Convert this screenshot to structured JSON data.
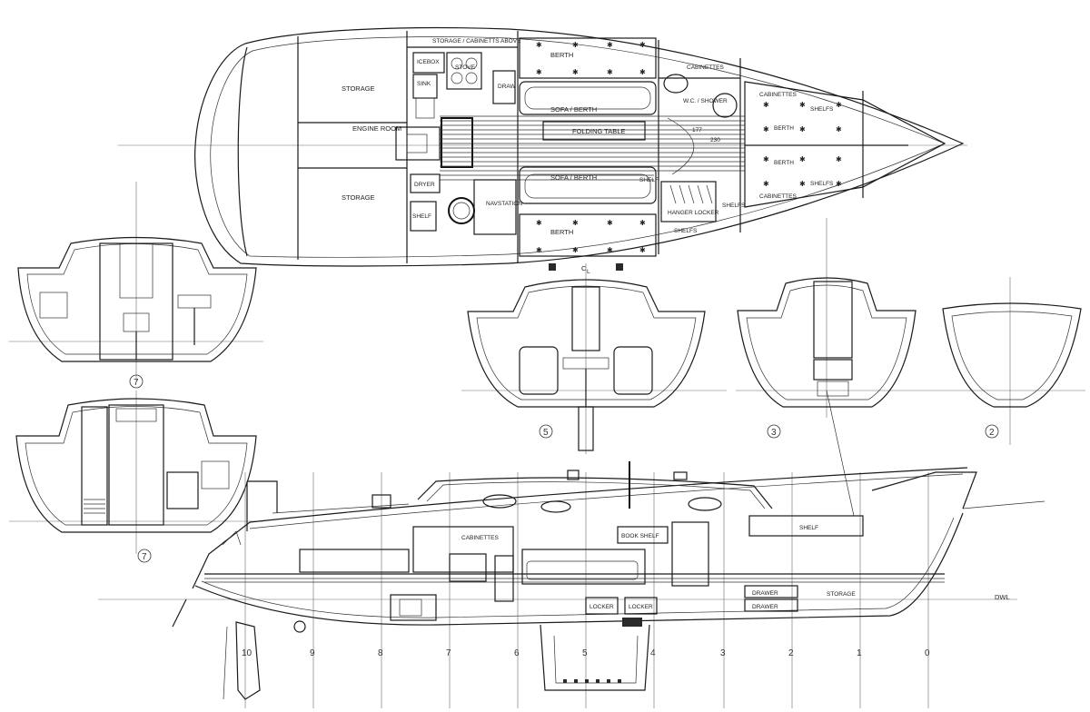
{
  "plan_labels": {
    "storage_above": "STORAGE / CABINETTS ABOVE",
    "icebox": "ICEBOX",
    "stove": "STOVE",
    "sink": "SINK",
    "drawer": "DRAW",
    "storage_port": "STORAGE",
    "storage_stbd": "STORAGE",
    "engine_room": "ENGINE ROOM",
    "dryer": "DRYER",
    "shelf_aft": "SHELF",
    "navstation": "NAVSTATION",
    "berth_port": "BERTH",
    "berth_stbd": "BERTH",
    "sofa_port": "SOFA / BERTH",
    "sofa_stbd": "SOFA / BERTH",
    "folding_table": "FOLDING TABLE",
    "cabinettes_fwd": "CABINETTES",
    "wc_shower": "W.C. / SHOWER",
    "cabinettes_v_port": "CABINETTES",
    "shelfs_v_port": "SHELFS",
    "berth_v_port": "BERTH",
    "berth_v_stbd": "BERTH",
    "cabinettes_v_stbd": "CABINETTES",
    "shelfs_v_stbd": "SHELFS",
    "hanger_locker": "HANGER LOCKER",
    "shelfs_mid": "SHELFS",
    "shelfs_low": "SHELFS",
    "dim_a": "177",
    "dim_b": "230"
  },
  "section_labels": {
    "sec7_top": "7",
    "sec7_bottom": "7",
    "sec5": "5",
    "sec3": "3",
    "sec2": "2",
    "cl": "C",
    "cl_sub": "L"
  },
  "profile_labels": {
    "cabinettes": "CABINETTES",
    "book_shelf": "BOOK SHELF",
    "shelf": "SHELF",
    "locker_a": "LOCKER",
    "locker_b": "LOCKER",
    "drawer_a": "DRAWER",
    "drawer_b": "DRAWER",
    "storage": "STORAGE",
    "dwl": "DWL"
  },
  "stations": [
    "10",
    "9",
    "8",
    "7",
    "6",
    "5",
    "4",
    "3",
    "2",
    "1",
    "0"
  ]
}
